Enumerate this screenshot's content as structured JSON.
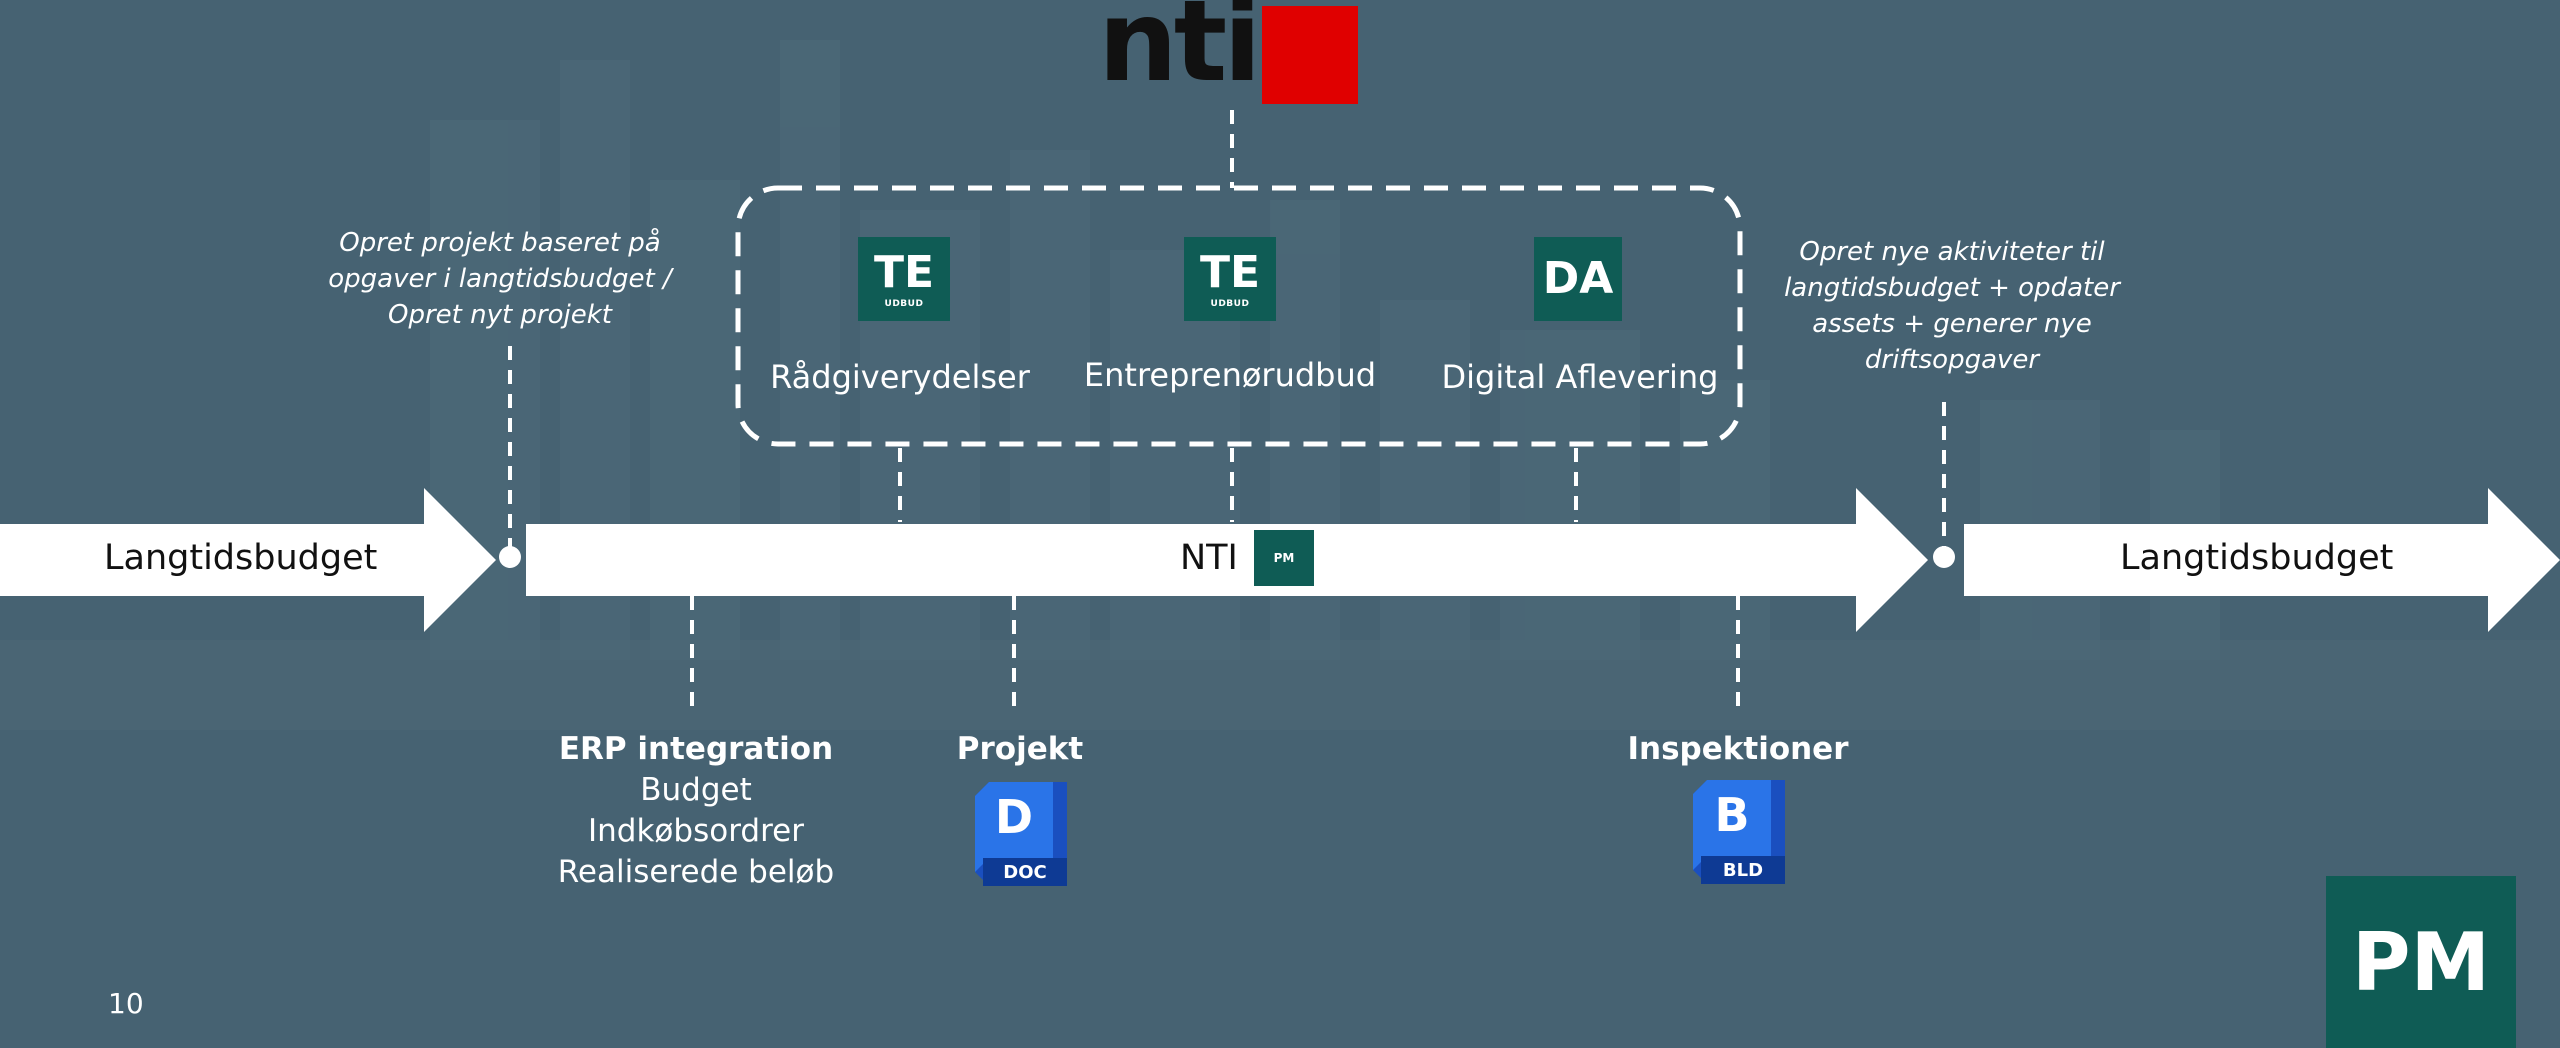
{
  "logo": {
    "text": "nti",
    "square_color": "#e00000"
  },
  "notes": {
    "left_lines": [
      "Opret projekt baseret på",
      "opgaver i langtidsbudget /",
      "Opret nyt projekt"
    ],
    "right_lines": [
      "Opret nye aktiviteter til",
      "langtidsbudget + opdater",
      "assets + generer nye",
      "driftsopgaver"
    ]
  },
  "modules": [
    {
      "badge": "TE",
      "badge_sub": "UDBUD",
      "label": "Rådgiverydelser"
    },
    {
      "badge": "TE",
      "badge_sub": "UDBUD",
      "label": "Entreprenørudbud"
    },
    {
      "badge": "DA",
      "badge_sub": "",
      "label": "Digital Aflevering"
    }
  ],
  "timeline": {
    "left_label": "Langtidsbudget",
    "center_label": "NTI",
    "center_badge": "PM",
    "right_label": "Langtidsbudget"
  },
  "below": {
    "erp": {
      "title": "ERP integration",
      "items": [
        "Budget",
        "Indkøbsordrer",
        "Realiserede beløb"
      ]
    },
    "projekt": {
      "title": "Projekt",
      "icon_letter": "D",
      "icon_caption": "DOC"
    },
    "inspektioner": {
      "title": "Inspektioner",
      "icon_letter": "B",
      "icon_caption": "BLD"
    }
  },
  "footer": {
    "page_number": "10",
    "badge": "PM"
  },
  "colors": {
    "background": "#466272",
    "teal": "#0f5c55",
    "autodesk_blue": "#1f5fd6",
    "logo_red": "#e00000"
  }
}
